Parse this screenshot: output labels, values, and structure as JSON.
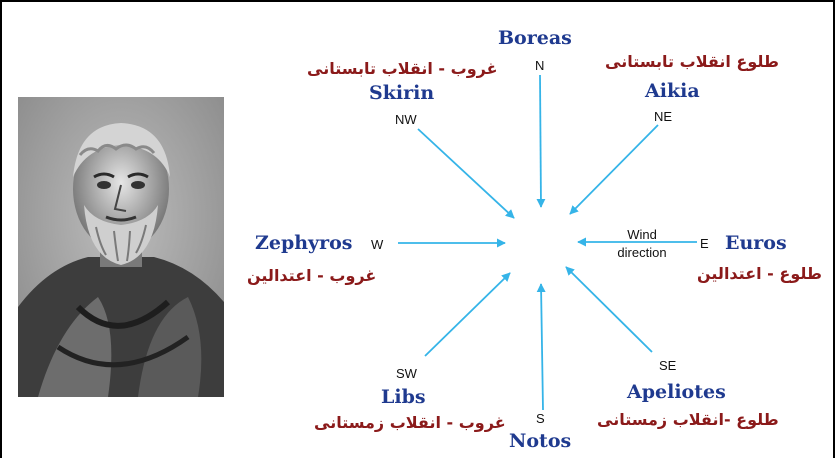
{
  "winds": {
    "N": {
      "name": "Boreas",
      "abbr": "N"
    },
    "NE": {
      "name": "Aikia",
      "abbr": "NE",
      "note": "طلوع انقلاب تابستانی"
    },
    "E": {
      "name": "Euros",
      "abbr": "E",
      "note": "طلوع - اعتدالین"
    },
    "SE": {
      "name": "Apeliotes",
      "abbr": "SE",
      "note": "طلوع -انقلاب زمستانی"
    },
    "S": {
      "name": "Notos",
      "abbr": "S"
    },
    "SW": {
      "name": "Libs",
      "abbr": "SW",
      "note": "غروب - انقلاب زمستانی"
    },
    "W": {
      "name": "Zephyros",
      "abbr": "W",
      "note": "غروب - اعتدالین"
    },
    "NW": {
      "name": "Skirin",
      "abbr": "NW",
      "note": "غروب - انقلاب تابستانی"
    }
  },
  "wind_direction": {
    "line1": "Wind",
    "line2": "direction"
  },
  "colors": {
    "arrow": "#35b4e8",
    "wind_name": "#1f3a8f",
    "persian_note": "#8b1a1a"
  },
  "portrait": "aristotle-bust-photo"
}
